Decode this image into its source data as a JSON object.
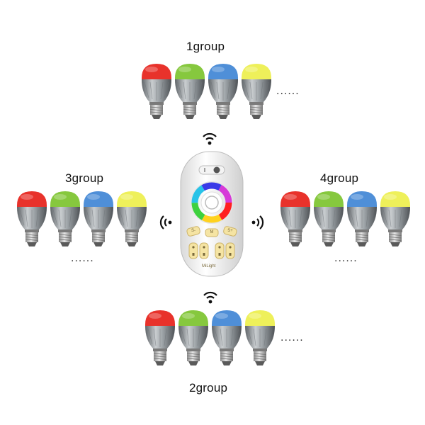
{
  "groups": {
    "top": {
      "label": "1group",
      "dots": "......"
    },
    "left": {
      "label": "3group",
      "dots": "......"
    },
    "right": {
      "label": "4group",
      "dots": "......"
    },
    "bottom": {
      "label": "2group",
      "dots": "......"
    }
  },
  "bulb_colors": [
    "#e8322b",
    "#86c83e",
    "#4f8fd8",
    "#eef05a"
  ],
  "bulb_body_color": "#8a8f93",
  "remote": {
    "brand": "MiLight",
    "buttons": [
      "S-",
      "M",
      "S+"
    ],
    "icons": [
      "wifi-signal-icon",
      "color-wheel-icon",
      "power-toggle-icon"
    ]
  }
}
